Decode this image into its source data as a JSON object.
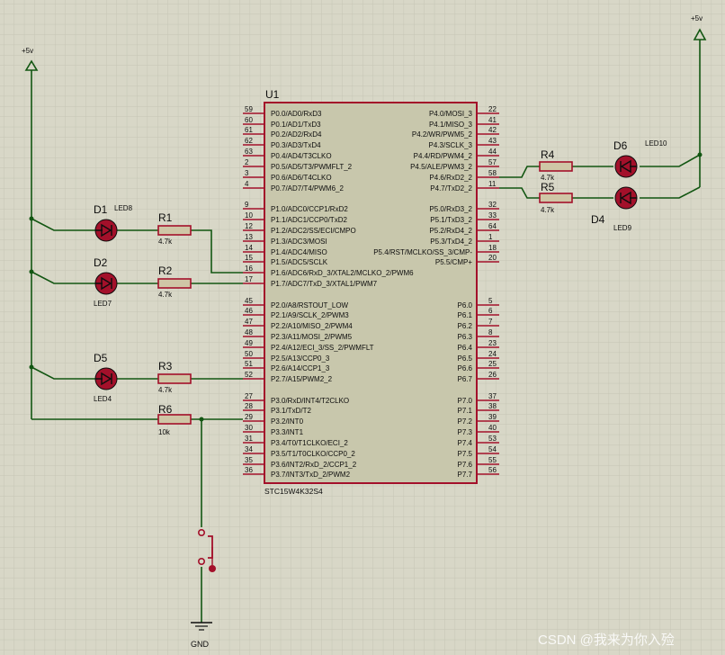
{
  "chip": {
    "ref": "U1",
    "part": "STC15W4K32S4",
    "left_pins": [
      {
        "num": "59",
        "name": "P0.0/AD0/RxD3"
      },
      {
        "num": "60",
        "name": "P0.1/AD1/TxD3"
      },
      {
        "num": "61",
        "name": "P0.2/AD2/RxD4"
      },
      {
        "num": "62",
        "name": "P0.3/AD3/TxD4"
      },
      {
        "num": "63",
        "name": "P0.4/AD4/T3CLKO"
      },
      {
        "num": "2",
        "name": "P0.5/AD5/T3/PWMFLT_2"
      },
      {
        "num": "3",
        "name": "P0.6/AD6/T4CLKO"
      },
      {
        "num": "4",
        "name": "P0.7/AD7/T4/PWM6_2"
      },
      {
        "num": "9",
        "name": "P1.0/ADC0/CCP1/RxD2"
      },
      {
        "num": "10",
        "name": "P1.1/ADC1/CCP0/TxD2"
      },
      {
        "num": "12",
        "name": "P1.2/ADC2/SS/ECI/CMPO"
      },
      {
        "num": "13",
        "name": "P1.3/ADC3/MOSI"
      },
      {
        "num": "14",
        "name": "P1.4/ADC4/MISO"
      },
      {
        "num": "15",
        "name": "P1.5/ADC5/SCLK"
      },
      {
        "num": "16",
        "name": "P1.6/ADC6/RxD_3/XTAL2/MCLKO_2/PWM6"
      },
      {
        "num": "17",
        "name": "P1.7/ADC7/TxD_3/XTAL1/PWM7"
      },
      {
        "num": "45",
        "name": "P2.0/A8/RSTOUT_LOW"
      },
      {
        "num": "46",
        "name": "P2.1/A9/SCLK_2/PWM3"
      },
      {
        "num": "47",
        "name": "P2.2/A10/MISO_2/PWM4"
      },
      {
        "num": "48",
        "name": "P2.3/A11/MOSI_2/PWM5"
      },
      {
        "num": "49",
        "name": "P2.4/A12/ECI_3/SS_2/PWMFLT"
      },
      {
        "num": "50",
        "name": "P2.5/A13/CCP0_3"
      },
      {
        "num": "51",
        "name": "P2.6/A14/CCP1_3"
      },
      {
        "num": "52",
        "name": "P2.7/A15/PWM2_2"
      },
      {
        "num": "27",
        "name": "P3.0/RxD/INT4/T2CLKO"
      },
      {
        "num": "28",
        "name": "P3.1/TxD/T2"
      },
      {
        "num": "29",
        "name": "P3.2/INT0"
      },
      {
        "num": "30",
        "name": "P3.3/INT1"
      },
      {
        "num": "31",
        "name": "P3.4/T0/T1CLKO/ECI_2"
      },
      {
        "num": "34",
        "name": "P3.5/T1/T0CLKO/CCP0_2"
      },
      {
        "num": "35",
        "name": "P3.6/INT2/RxD_2/CCP1_2"
      },
      {
        "num": "36",
        "name": "P3.7/INT3/TxD_2/PWM2"
      }
    ],
    "right_pins": [
      {
        "num": "22",
        "name": "P4.0/MOSI_3"
      },
      {
        "num": "41",
        "name": "P4.1/MISO_3"
      },
      {
        "num": "42",
        "name": "P4.2/WR/PWM5_2"
      },
      {
        "num": "43",
        "name": "P4.3/SCLK_3"
      },
      {
        "num": "44",
        "name": "P4.4/RD/PWM4_2"
      },
      {
        "num": "57",
        "name": "P4.5/ALE/PWM3_2"
      },
      {
        "num": "58",
        "name": "P4.6/RxD2_2"
      },
      {
        "num": "11",
        "name": "P4.7/TxD2_2"
      },
      {
        "num": "32",
        "name": "P5.0/RxD3_2"
      },
      {
        "num": "33",
        "name": "P5.1/TxD3_2"
      },
      {
        "num": "64",
        "name": "P5.2/RxD4_2"
      },
      {
        "num": "1",
        "name": "P5.3/TxD4_2"
      },
      {
        "num": "18",
        "name": "P5.4/RST/MCLKO/SS_3/CMP-"
      },
      {
        "num": "20",
        "name": "P5.5/CMP+"
      },
      {
        "num": "5",
        "name": "P6.0"
      },
      {
        "num": "6",
        "name": "P6.1"
      },
      {
        "num": "7",
        "name": "P6.2"
      },
      {
        "num": "8",
        "name": "P6.3"
      },
      {
        "num": "23",
        "name": "P6.4"
      },
      {
        "num": "24",
        "name": "P6.5"
      },
      {
        "num": "25",
        "name": "P6.6"
      },
      {
        "num": "26",
        "name": "P6.7"
      },
      {
        "num": "37",
        "name": "P7.0"
      },
      {
        "num": "38",
        "name": "P7.1"
      },
      {
        "num": "39",
        "name": "P7.2"
      },
      {
        "num": "40",
        "name": "P7.3"
      },
      {
        "num": "53",
        "name": "P7.4"
      },
      {
        "num": "54",
        "name": "P7.5"
      },
      {
        "num": "55",
        "name": "P7.6"
      },
      {
        "num": "56",
        "name": "P7.7"
      }
    ]
  },
  "power_left": {
    "label": "+5v"
  },
  "power_right": {
    "label": "+5v"
  },
  "ground": {
    "label": "GND"
  },
  "leds": {
    "d1": {
      "ref": "D1",
      "part": "LED8"
    },
    "d2": {
      "ref": "D2",
      "part": "LED7"
    },
    "d5": {
      "ref": "D5",
      "part": "LED4"
    },
    "d6": {
      "ref": "D6",
      "part": "LED10"
    },
    "d4": {
      "ref": "D4",
      "part": "LED9"
    }
  },
  "resistors": {
    "r1": {
      "ref": "R1",
      "value": "4.7k"
    },
    "r2": {
      "ref": "R2",
      "value": "4.7k"
    },
    "r3": {
      "ref": "R3",
      "value": "4.7k"
    },
    "r6": {
      "ref": "R6",
      "value": "10k"
    },
    "r4": {
      "ref": "R4",
      "value": "4.7k"
    },
    "r5": {
      "ref": "R5",
      "value": "4.7k"
    }
  },
  "watermark": "CSDN @我来为你入殓",
  "colors": {
    "background": "#d8d7c7",
    "grid": "#c6c5b4",
    "wire": "#125612",
    "body": "#a3102a",
    "chip_fill": "#c8c7ac",
    "resistor_fill": "#cfc6a6",
    "led_fill": "#a3102a",
    "text": "#0d0d0d"
  }
}
